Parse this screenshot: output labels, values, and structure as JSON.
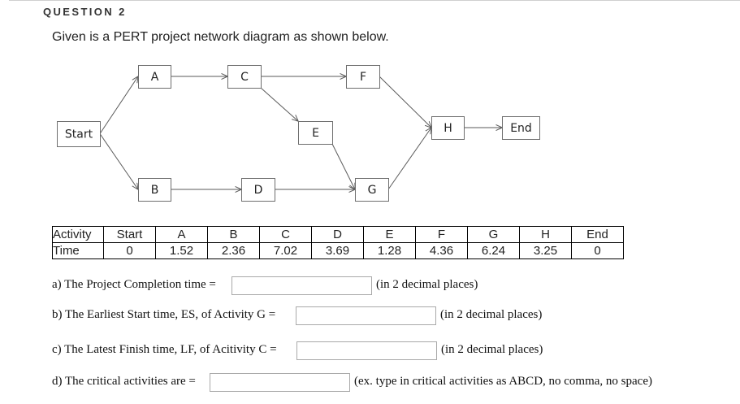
{
  "question": {
    "title": "QUESTION 2",
    "intro": "Given is a PERT project network diagram as shown below."
  },
  "diagram": {
    "nodes": [
      {
        "id": "Start",
        "label": "Start"
      },
      {
        "id": "A",
        "label": "A"
      },
      {
        "id": "B",
        "label": "B"
      },
      {
        "id": "C",
        "label": "C"
      },
      {
        "id": "D",
        "label": "D"
      },
      {
        "id": "E",
        "label": "E"
      },
      {
        "id": "F",
        "label": "F"
      },
      {
        "id": "G",
        "label": "G"
      },
      {
        "id": "H",
        "label": "H"
      },
      {
        "id": "End",
        "label": "End"
      }
    ],
    "edges": [
      {
        "from": "Start",
        "to": "A"
      },
      {
        "from": "Start",
        "to": "B"
      },
      {
        "from": "A",
        "to": "C"
      },
      {
        "from": "B",
        "to": "D"
      },
      {
        "from": "C",
        "to": "F"
      },
      {
        "from": "C",
        "to": "E"
      },
      {
        "from": "E",
        "to": "G"
      },
      {
        "from": "D",
        "to": "G"
      },
      {
        "from": "F",
        "to": "H"
      },
      {
        "from": "G",
        "to": "H"
      },
      {
        "from": "H",
        "to": "End"
      }
    ]
  },
  "table": {
    "row_labels": [
      "Activity",
      "Time"
    ],
    "activities": [
      "Start",
      "A",
      "B",
      "C",
      "D",
      "E",
      "F",
      "G",
      "H",
      "End"
    ],
    "times": [
      "0",
      "1.52",
      "2.36",
      "7.02",
      "3.69",
      "1.28",
      "4.36",
      "6.24",
      "3.25",
      "0"
    ]
  },
  "questions": [
    {
      "label": "a) The Project Completion time =",
      "value": "",
      "hint": "(in 2 decimal places)"
    },
    {
      "label": "b) The Earliest Start time, ES, of Activity G =",
      "value": "",
      "hint": "(in 2 decimal places)"
    },
    {
      "label": "c) The Latest Finish time, LF, of Acitivity C =",
      "value": "",
      "hint": "(in 2 decimal places)"
    },
    {
      "label": "d) The critical activities are =",
      "value": "",
      "hint": "(ex. type in critical activities as ABCD, no comma, no space)"
    }
  ]
}
